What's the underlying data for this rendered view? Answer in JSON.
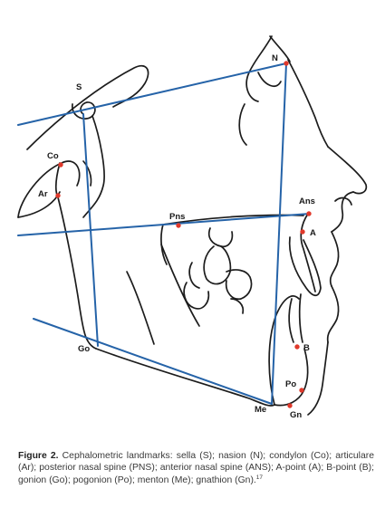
{
  "figure": {
    "landmarks": [
      {
        "id": "S",
        "label": "S"
      },
      {
        "id": "N",
        "label": "N"
      },
      {
        "id": "Co",
        "label": "Co"
      },
      {
        "id": "Ar",
        "label": "Ar"
      },
      {
        "id": "Pns",
        "label": "Pns"
      },
      {
        "id": "Ans",
        "label": "Ans"
      },
      {
        "id": "A",
        "label": "A"
      },
      {
        "id": "Go",
        "label": "Go"
      },
      {
        "id": "B",
        "label": "B"
      },
      {
        "id": "Po",
        "label": "Po"
      },
      {
        "id": "Me",
        "label": "Me"
      },
      {
        "id": "Gn",
        "label": "Gn"
      }
    ],
    "colors": {
      "reference_lines": "#2563a8",
      "landmark_dots": "#e0392b",
      "outline": "#1c1c1c"
    }
  },
  "caption": {
    "label": "Figure 2.",
    "text": " Cephalometric landmarks: sella (S); nasion (N); condylon (Co); articulare (Ar); posterior nasal spine (PNS); anterior nasal spine (ANS); A-point (A); B-point (B); gonion (Go); pogonion (Po); menton (Me); gnathion (Gn).",
    "reference": "17"
  }
}
